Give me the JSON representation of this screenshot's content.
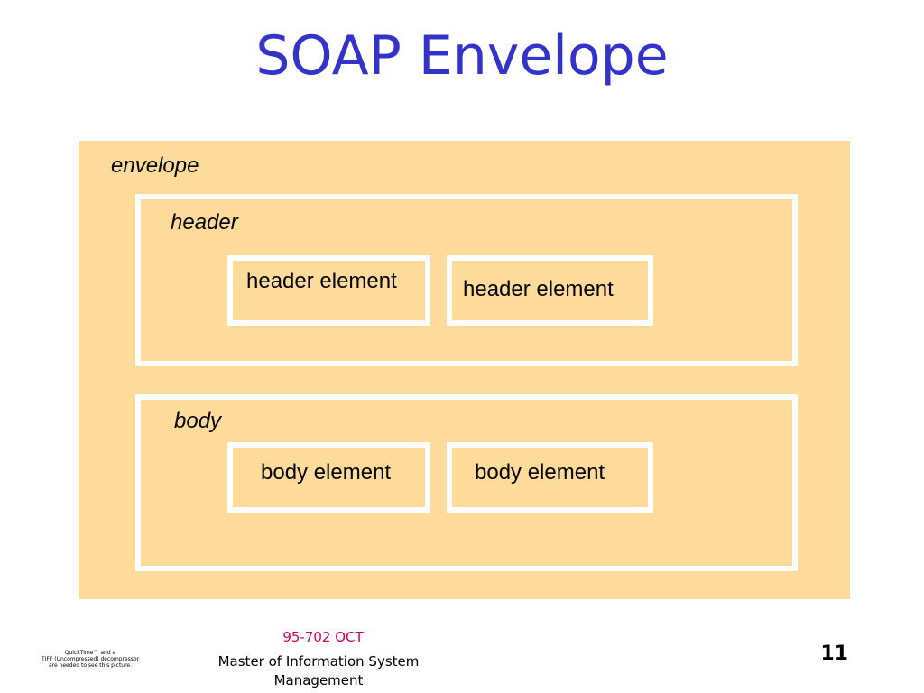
{
  "slide": {
    "title": "SOAP Envelope",
    "page_number": "11"
  },
  "diagram": {
    "envelope_label": "envelope",
    "header": {
      "label": "header",
      "elements": [
        "header element",
        "header element"
      ]
    },
    "body": {
      "label": "body",
      "elements": [
        "body element",
        "body element"
      ]
    },
    "colors": {
      "title": "#3333cc",
      "envelope_fill": "#fedb9b",
      "border": "#ffffff",
      "course_code": "#cc0066"
    }
  },
  "footer": {
    "course": "95-702 OCT",
    "org_line1": "Master of Information System",
    "org_line2": "Management",
    "quicktime_line1": "QuickTime™ and a",
    "quicktime_line2": "TIFF (Uncompressed) decompressor",
    "quicktime_line3": "are needed to see this picture."
  }
}
